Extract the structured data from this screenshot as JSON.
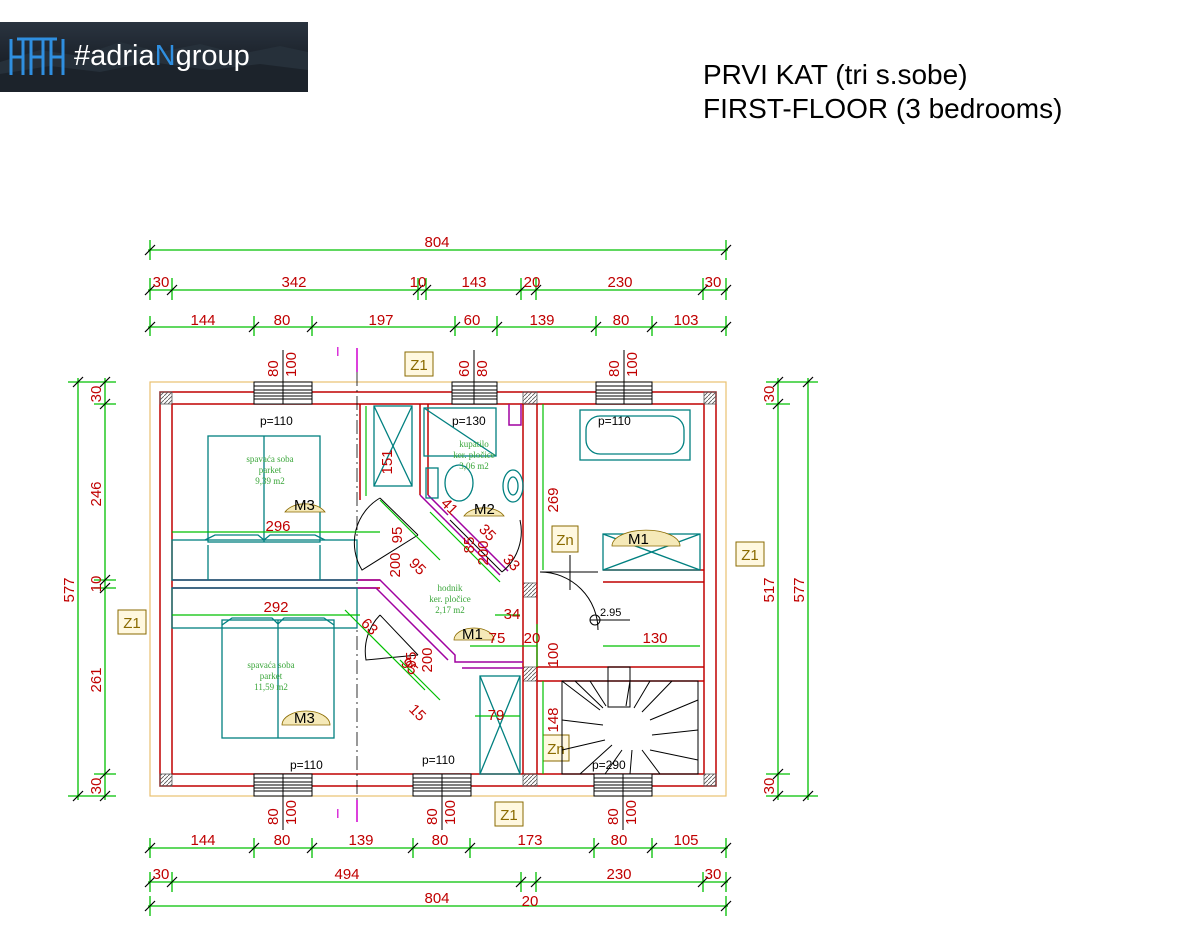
{
  "logo": {
    "brand_prefix": "#adria",
    "brand_accent": "N",
    "brand_suffix": "group"
  },
  "title": {
    "line1": "PRVI KAT (tri s.sobe)",
    "line2": "FIRST-FLOOR (3 bedrooms)"
  },
  "colors": {
    "dim_line": "#00c000",
    "dim_text": "#c00000",
    "wall": "#c00000",
    "furniture": "#008080",
    "partition": "#a000a0",
    "zone": "#8a6a00"
  },
  "dims_top": {
    "total": "804",
    "row2": [
      "30",
      "342",
      "10",
      "143",
      "20",
      "230",
      "30"
    ],
    "row3": [
      "144",
      "80",
      "197",
      "60",
      "139",
      "80",
      "103"
    ]
  },
  "dims_bottom": {
    "row1": [
      "144",
      "80",
      "139",
      "80",
      "173",
      "80",
      "105"
    ],
    "row2": [
      "30",
      "494",
      "230",
      "30"
    ],
    "total": "804",
    "extra": "20"
  },
  "dims_left": {
    "total": "577",
    "segments": [
      "30",
      "246",
      "10",
      "261",
      "30"
    ]
  },
  "dims_right": {
    "total": "577",
    "inner": "517",
    "segments": [
      "30",
      "30"
    ]
  },
  "window_labels": {
    "w1": [
      "80",
      "100"
    ],
    "w2": [
      "60",
      "80"
    ],
    "w3": [
      "80",
      "100"
    ],
    "w4": [
      "80",
      "100"
    ],
    "w5": [
      "80",
      "100"
    ],
    "w6": [
      "80",
      "100"
    ]
  },
  "sill_labels": [
    "p=110",
    "p=130",
    "p=110",
    "p=110",
    "p=110",
    "p=290"
  ],
  "zones": [
    "Z1",
    "Z1",
    "Z1",
    "Z1",
    "Zn",
    "Zn"
  ],
  "section_marks": [
    "I",
    "I"
  ],
  "rooms": {
    "bedroom1": {
      "name": "spavaća soba",
      "floor": "parket",
      "area": "9,39 m2"
    },
    "bathroom": {
      "name": "kupatilo",
      "floor": "ker. pločice",
      "area": "3,06 m2"
    },
    "hallway": {
      "name": "hodnik",
      "floor": "ker. pločice",
      "area": "2,17 m2"
    },
    "bedroom2": {
      "name": "spavaća soba",
      "floor": "parket",
      "area": "11,59 m2"
    }
  },
  "door_marks": [
    "M3",
    "M2",
    "M1",
    "M1",
    "M3"
  ],
  "inner_dims": {
    "d296": "296",
    "d292": "292",
    "d151": "151",
    "d269": "269",
    "d95a": "95",
    "d200a": "200",
    "d85": "85",
    "d200b": "200",
    "d95b": "95",
    "d200c": "200",
    "d41": "41",
    "d35": "35",
    "d33": "33",
    "d34": "34",
    "d75": "75",
    "d20": "20",
    "d130": "130",
    "d100": "100",
    "d148": "148",
    "d79": "79",
    "d63": "63",
    "d15": "15",
    "d95c": "95",
    "d95d": "95",
    "elev": "2.95"
  }
}
